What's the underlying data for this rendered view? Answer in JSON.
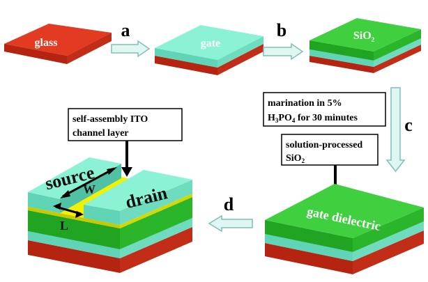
{
  "colors": {
    "glass": "#e33a22",
    "glass_side": "#b52410",
    "gate": "#8cf2d6",
    "gate_side": "#5fd4b6",
    "sio2": "#3fcf3f",
    "sio2_side": "#21a421",
    "channel": "#f2f200",
    "channel_side": "#c9c900",
    "arrow_fill": "#dff6f2",
    "arrow_stroke": "#7fbfb8"
  },
  "labels": {
    "glass": "glass",
    "gate": "gate",
    "sio2_main": "SiO",
    "sio2_sub": "2",
    "gate_dielectric": "gate dielectric",
    "source": "source",
    "drain": "drain",
    "W": "W",
    "L": "L"
  },
  "steps": {
    "a": "a",
    "b": "b",
    "c": "c",
    "d": "d"
  },
  "boxes": {
    "marination": {
      "line1": "marination in 5%",
      "line2_pre": "H",
      "line2_sub1": "3",
      "line2_mid": "PO",
      "line2_sub2": "4",
      "line2_post": " for 30 minutes"
    },
    "solution": {
      "line1": "solution-processed",
      "line2_main": "SiO",
      "line2_sub": "2"
    },
    "ito": {
      "line1": "self-assembly ITO",
      "line2": "channel layer"
    }
  }
}
